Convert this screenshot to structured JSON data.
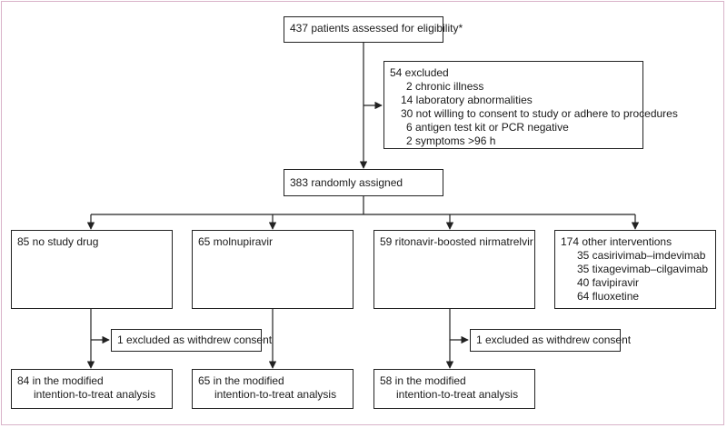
{
  "assessed": "437 patients assessed for eligibility*",
  "excluded": {
    "title": "54 excluded",
    "items": [
      "2 chronic illness",
      "14 laboratory abnormalities",
      "30 not willing to consent to study or adhere to procedures",
      "6 antigen test kit or PCR negative",
      "2 symptoms >96 h"
    ]
  },
  "randomised": "383 randomly assigned",
  "arms": [
    {
      "label": "85 no study drug",
      "withdrawn": "1 excluded as withdrew consent",
      "analysis": [
        "84 in the modified",
        "intention-to-treat analysis"
      ]
    },
    {
      "label": "65 molnupiravir",
      "analysis": [
        "65 in the modified",
        "intention-to-treat analysis"
      ]
    },
    {
      "label": "59 ritonavir-boosted nirmatrelvir",
      "withdrawn": "1 excluded as withdrew consent",
      "analysis": [
        "58 in the modified",
        "intention-to-treat analysis"
      ]
    },
    {
      "label": "174 other interventions",
      "sub_items": [
        "35 casirivimab–imdevimab",
        "35 tixagevimab–cilgavimab",
        "40 favipiravir",
        "64 fluoxetine"
      ]
    }
  ]
}
